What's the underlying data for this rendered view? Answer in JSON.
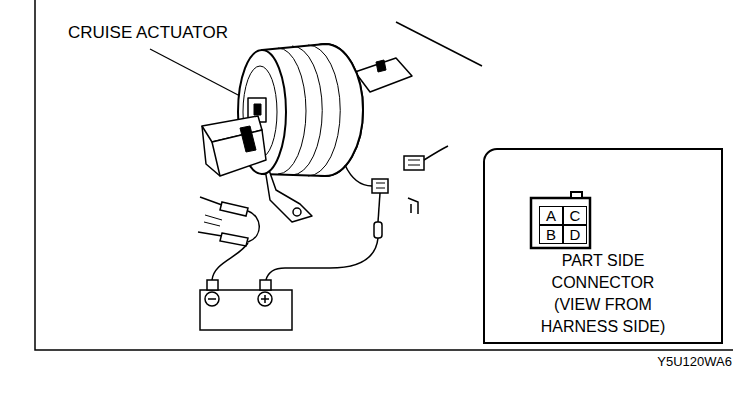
{
  "diagram": {
    "nodes": [
      {
        "text": [
          "PART SIDE CONNECTOR (VIEW FROM HARNESS SIDE)"
        ]
      },
      {
        "text": [
          "A"
        ],
        "in": 0
      },
      {
        "text": [
          "C"
        ],
        "in": 0
      },
      {
        "text": [
          "B"
        ],
        "in": 0
      },
      {
        "text": [
          "D"
        ],
        "in": 0
      }
    ],
    "labels": [
      "CRUISE ACTUATOR",
      "Y5U120WA6"
    ]
  }
}
